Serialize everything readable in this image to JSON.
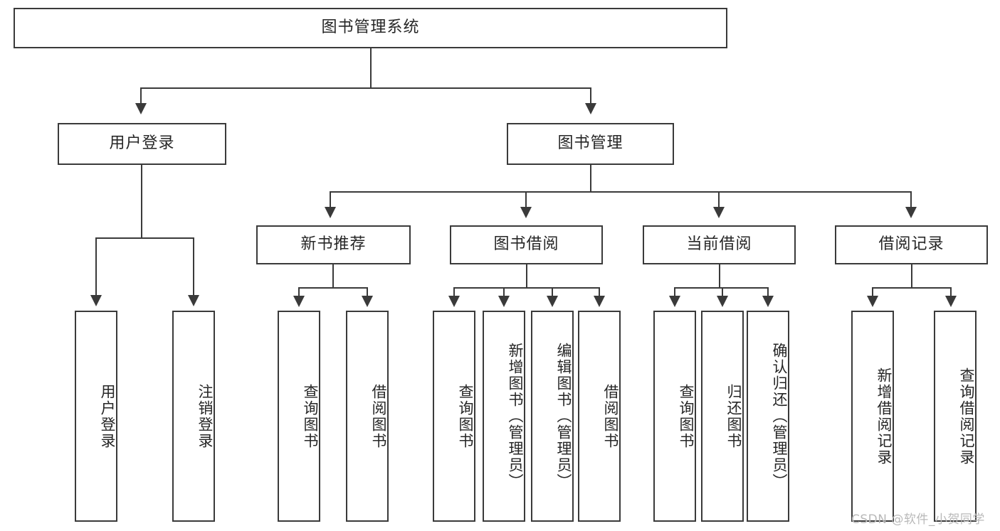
{
  "diagram": {
    "type": "tree-hierarchy",
    "title_node": {
      "label": "图书管理系统"
    },
    "level2": [
      {
        "id": "user-login",
        "label": "用户登录"
      },
      {
        "id": "book-manage",
        "label": "图书管理"
      }
    ],
    "level3": [
      {
        "id": "new-book-recommend",
        "label": "新书推荐"
      },
      {
        "id": "book-borrow",
        "label": "图书借阅"
      },
      {
        "id": "current-borrow",
        "label": "当前借阅"
      },
      {
        "id": "borrow-record",
        "label": "借阅记录"
      }
    ],
    "leaves": {
      "user_login": [
        {
          "id": "leaf-user-login",
          "label": "用户登录"
        },
        {
          "id": "leaf-logout-login",
          "label": "注销登录"
        }
      ],
      "new_book_recommend": [
        {
          "id": "leaf-query-book-1",
          "label": "查询图书"
        },
        {
          "id": "leaf-borrow-book-1",
          "label": "借阅图书"
        }
      ],
      "book_borrow": [
        {
          "id": "leaf-query-book-2",
          "label": "查询图书"
        },
        {
          "id": "leaf-add-book",
          "label": "新增图书（管理员）"
        },
        {
          "id": "leaf-edit-book",
          "label": "编辑图书（管理员）"
        },
        {
          "id": "leaf-borrow-book-2",
          "label": "借阅图书"
        }
      ],
      "current_borrow": [
        {
          "id": "leaf-query-book-3",
          "label": "查询图书"
        },
        {
          "id": "leaf-return-book",
          "label": "归还图书"
        },
        {
          "id": "leaf-confirm-return",
          "label": "确认归还（管理员）"
        }
      ],
      "borrow_record": [
        {
          "id": "leaf-add-record",
          "label": "新增借阅记录"
        },
        {
          "id": "leaf-query-record",
          "label": "查询借阅记录"
        }
      ]
    },
    "colors": {
      "stroke": "#3a3a3a",
      "fill": "#ffffff",
      "text": "#262626",
      "watermark": "#b9b9b9"
    }
  },
  "watermark": {
    "text": "CSDN @软件_小贺同学"
  }
}
